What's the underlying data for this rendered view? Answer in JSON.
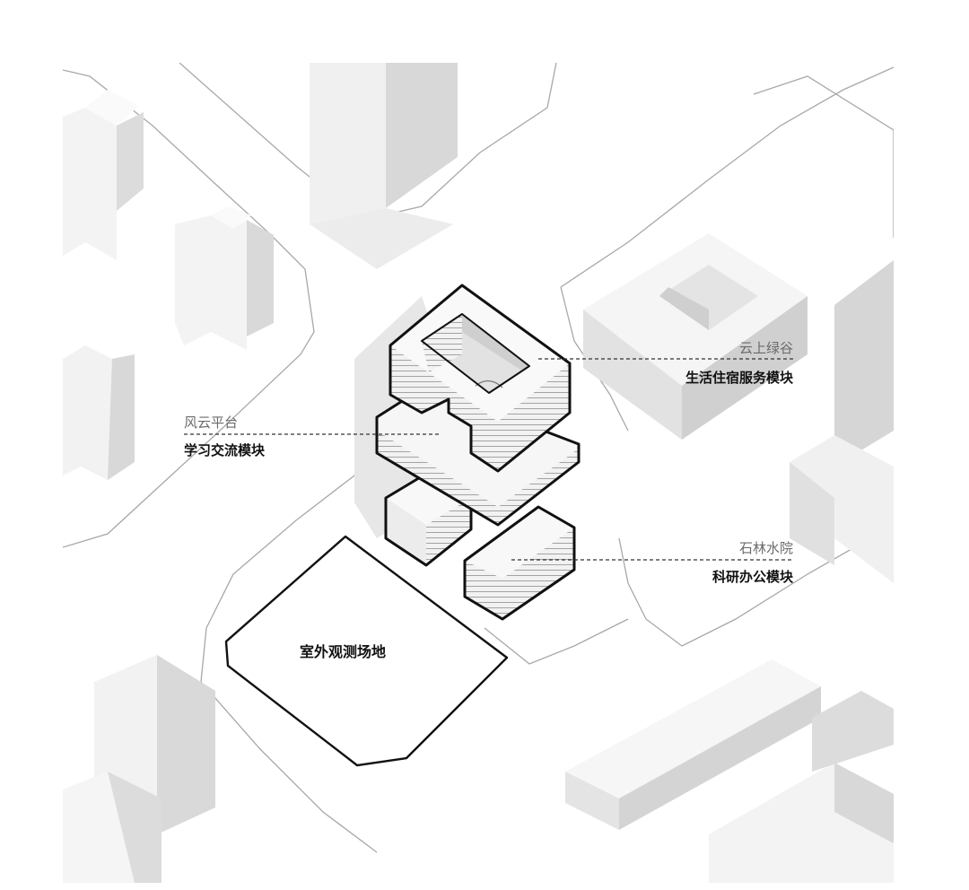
{
  "annotations": [
    {
      "id": "yun-shang-lv-gu",
      "primary": "云上绿谷",
      "secondary": "生活住宿服务模块"
    },
    {
      "id": "feng-yun-ping-tai",
      "primary": "风云平台",
      "secondary": "学习交流模块"
    },
    {
      "id": "shi-lin-shui-yuan",
      "primary": "石林水院",
      "secondary": "科研办公模块"
    }
  ],
  "site": {
    "label": "室外观测场地"
  },
  "colors": {
    "background": "#ffffff",
    "top_face": "#f7f7f7",
    "left_face": "#e6e6e6",
    "right_face": "#d2d2d2",
    "shadow": "#e9e9e9",
    "outline": "#111111",
    "road_line": "#9a9a9a"
  }
}
